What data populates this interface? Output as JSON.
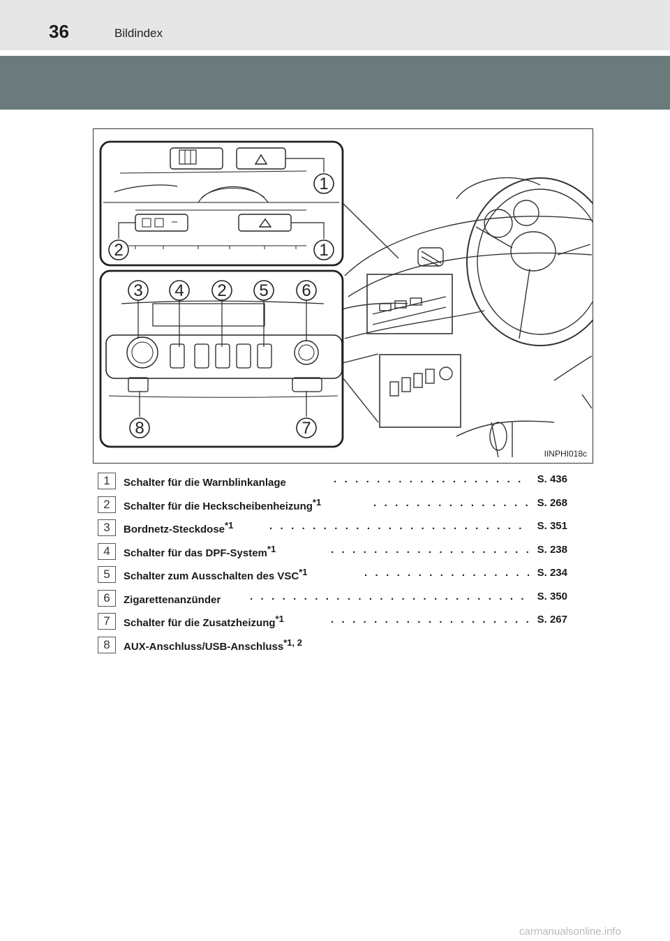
{
  "header": {
    "page_number": "36",
    "section_title": "Bildindex"
  },
  "figure": {
    "image_code": "IINPHI018c",
    "callout_labels": [
      "1",
      "2",
      "1",
      "3",
      "4",
      "2",
      "5",
      "6",
      "8",
      "7"
    ]
  },
  "items": [
    {
      "number": "1",
      "label": "Schalter für die Warnblinkanlage",
      "superscript": "",
      "page": "S. 436"
    },
    {
      "number": "2",
      "label": "Schalter für die Heckscheibenheizung",
      "superscript": "*1",
      "page": "S. 268"
    },
    {
      "number": "3",
      "label": "Bordnetz-Steckdose",
      "superscript": "*1",
      "page": "S. 351"
    },
    {
      "number": "4",
      "label": "Schalter für das DPF-System",
      "superscript": "*1",
      "page": "S. 238"
    },
    {
      "number": "5",
      "label": "Schalter zum Ausschalten des VSC",
      "superscript": "*1",
      "page": "S. 234"
    },
    {
      "number": "6",
      "label": "Zigarettenanzünder",
      "superscript": "",
      "page": "S. 350"
    },
    {
      "number": "7",
      "label": "Schalter für die Zusatzheizung",
      "superscript": "*1",
      "page": "S. 267"
    },
    {
      "number": "8",
      "label": "AUX-Anschluss/USB-Anschluss",
      "superscript": "*1, 2",
      "page": ""
    }
  ],
  "watermark": "carmanualsonline.info"
}
